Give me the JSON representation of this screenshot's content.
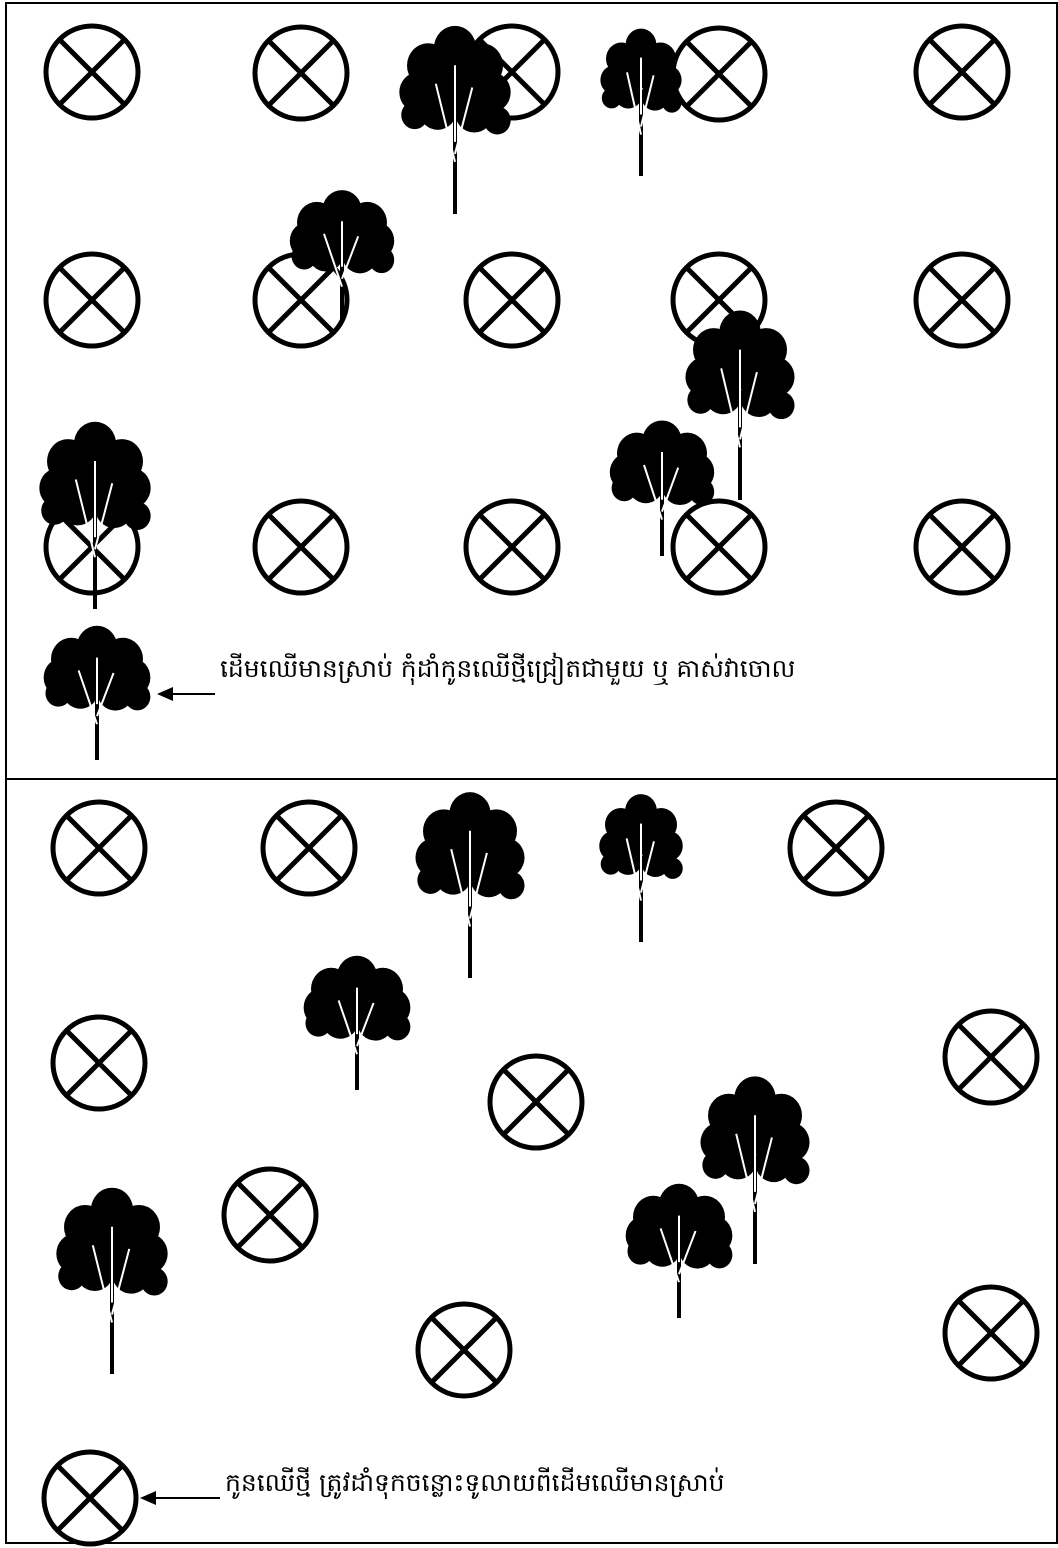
{
  "panels": [
    {
      "id": "existing-trees-panel",
      "caption": "ដើមឈើមានស្រាប់ កុំដាំកូនឈើថ្មីជ្រៀតជាមួយ ឬ គាស់វាចោល"
    },
    {
      "id": "seedlings-panel",
      "caption": "កូនឈើថ្មី ត្រូវដាំទុកចន្លោះទូលាយពីដើមឈើមានស្រាប់"
    }
  ],
  "legend": {
    "tree_icon": "existing-tree-icon",
    "seedling_icon": "planting-spot-icon"
  },
  "colors": {
    "ink": "#000000",
    "background": "#ffffff"
  }
}
